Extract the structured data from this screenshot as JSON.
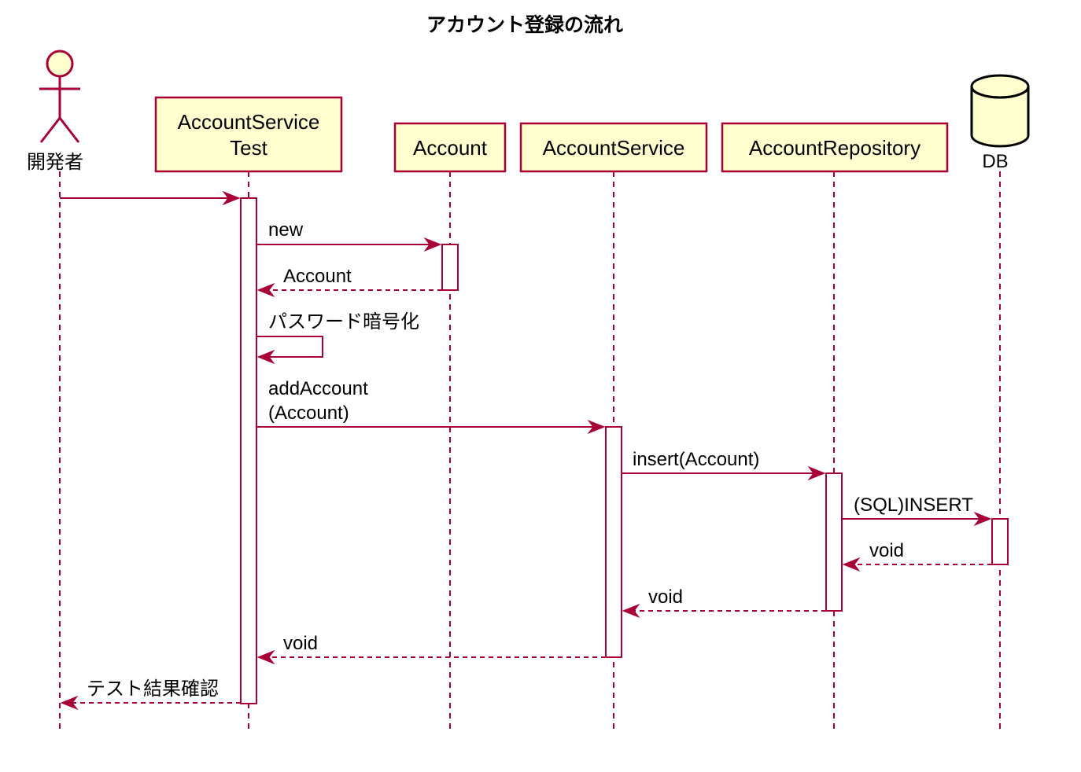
{
  "title": "アカウント登録の流れ",
  "colors": {
    "participant_fill": "#FEFECE",
    "border": "#A80036",
    "background": "#FFFFFF"
  },
  "participants": {
    "developer": {
      "label": "開発者",
      "kind": "actor"
    },
    "test": {
      "label_line1": "AccountService",
      "label_line2": "Test",
      "kind": "participant"
    },
    "account": {
      "label": "Account",
      "kind": "participant"
    },
    "service": {
      "label": "AccountService",
      "kind": "participant"
    },
    "repository": {
      "label": "AccountRepository",
      "kind": "participant"
    },
    "db": {
      "label": "DB",
      "kind": "database"
    }
  },
  "messages": [
    {
      "from": "developer",
      "to": "test",
      "label": "",
      "style": "solid"
    },
    {
      "from": "test",
      "to": "account",
      "label": "new",
      "style": "solid"
    },
    {
      "from": "account",
      "to": "test",
      "label": "Account",
      "style": "dashed"
    },
    {
      "from": "test",
      "to": "test",
      "label": "パスワード暗号化",
      "style": "solid"
    },
    {
      "from": "test",
      "to": "service",
      "label_line1": "addAccount",
      "label_line2": "(Account)",
      "style": "solid"
    },
    {
      "from": "service",
      "to": "repository",
      "label": "insert(Account)",
      "style": "solid"
    },
    {
      "from": "repository",
      "to": "db",
      "label": "(SQL)INSERT",
      "style": "solid"
    },
    {
      "from": "db",
      "to": "repository",
      "label": "void",
      "style": "dashed"
    },
    {
      "from": "repository",
      "to": "service",
      "label": "void",
      "style": "dashed"
    },
    {
      "from": "service",
      "to": "test",
      "label": "void",
      "style": "dashed"
    },
    {
      "from": "test",
      "to": "developer",
      "label": "テスト結果確認",
      "style": "dashed"
    }
  ]
}
